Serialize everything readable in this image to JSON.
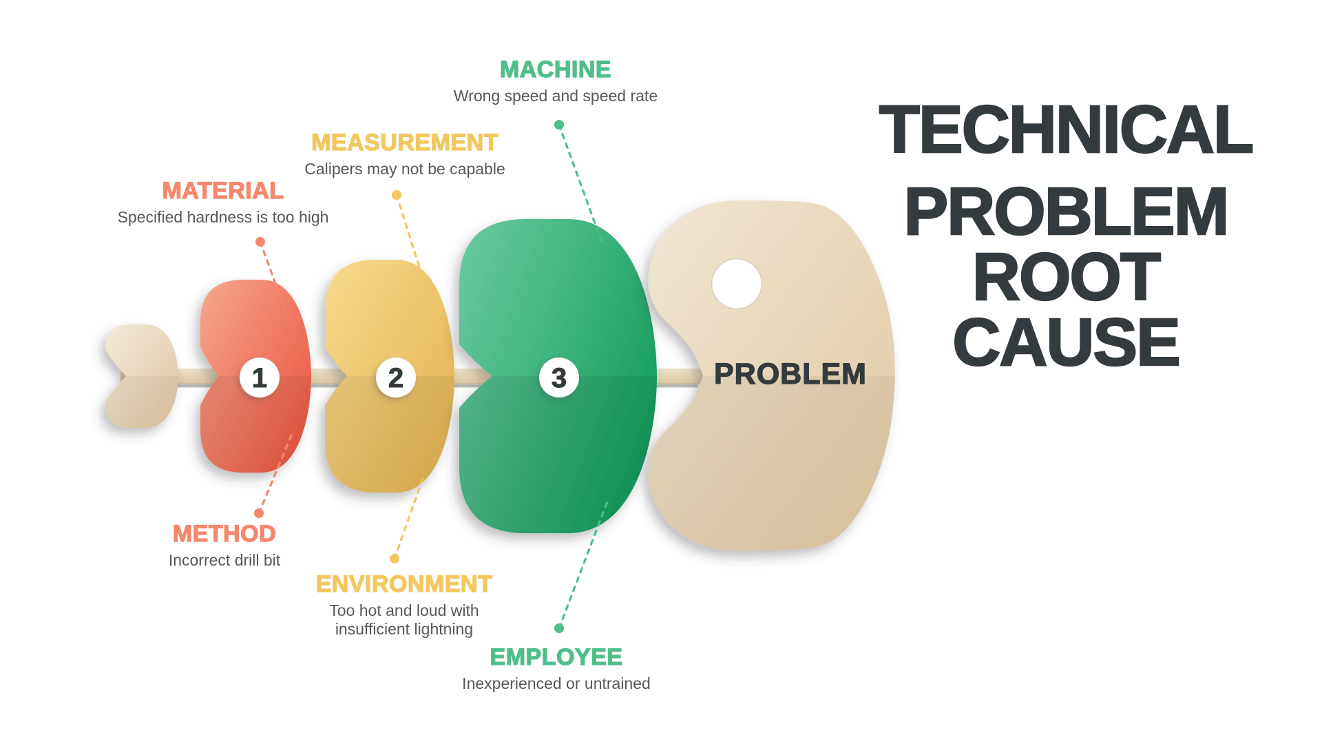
{
  "title": {
    "lines": [
      "TECHNICAL",
      "PROBLEM",
      "ROOT",
      "CAUSE"
    ],
    "color": "#343B3E"
  },
  "head": {
    "label": "PROBLEM"
  },
  "segments": [
    {
      "number": "1"
    },
    {
      "number": "2"
    },
    {
      "number": "3"
    }
  ],
  "causes": [
    {
      "id": "material",
      "label": "MATERIAL",
      "desc": "Specified hardness is too high",
      "color": "#F4876C",
      "position": "top"
    },
    {
      "id": "measurement",
      "label": "MEASUREMENT",
      "desc": "Calipers may not be capable",
      "color": "#F2C75F",
      "position": "top"
    },
    {
      "id": "machine",
      "label": "MACHINE",
      "desc": "Wrong speed and speed rate",
      "color": "#4FBE8B",
      "position": "top"
    },
    {
      "id": "method",
      "label": "METHOD",
      "desc": "Incorrect drill bit",
      "color": "#F4876C",
      "position": "bottom"
    },
    {
      "id": "environment",
      "label": "ENVIRONMENT",
      "desc": "Too hot and loud with insufficient lightning",
      "color": "#F2C75F",
      "position": "bottom"
    },
    {
      "id": "employee",
      "label": "EMPLOYEE",
      "desc": "Inexperienced or untrained",
      "color": "#4FBE8B",
      "position": "bottom"
    }
  ],
  "colors": {
    "dark_text": "#343B3E",
    "desc_text": "#55585B",
    "salmon": "#F4876C",
    "yellow": "#F2C75F",
    "green": "#4FBE8B",
    "red_grad_light": "#F5A78D",
    "red_grad_dark": "#EB5340",
    "yellow_grad_light": "#F8DB8C",
    "yellow_grad_dark": "#E0AF4E",
    "green_grad_light": "#6CCBA2",
    "green_grad_dark": "#179E5F",
    "beige_grad_light": "#F3EAD9",
    "beige_grad_dark": "#DCC49E",
    "head_grad_light": "#F0E6D2",
    "head_grad_dark": "#DFC9A3",
    "spine_light": "#EDE0C4",
    "spine_dark": "#D9C7A1",
    "badge_fill": "#FFFFFF"
  }
}
